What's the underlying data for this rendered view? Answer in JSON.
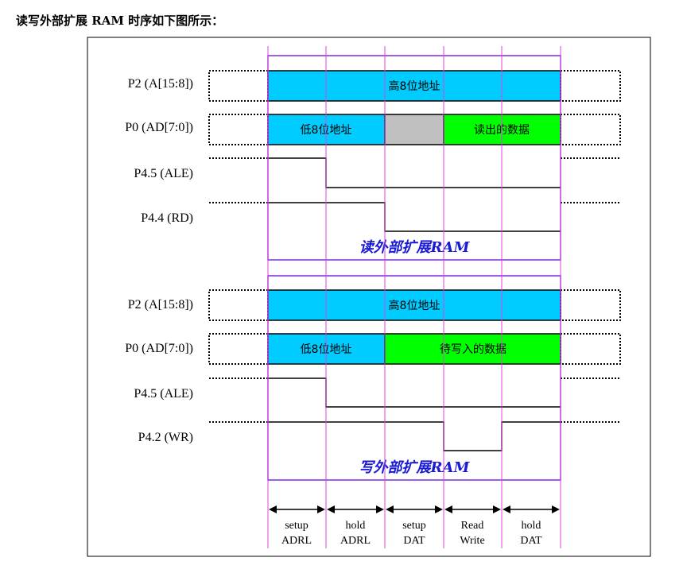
{
  "heading": "读写外部扩展 RAM 时序如下图所示：",
  "read_section": {
    "caption": "读外部扩展RAM",
    "signals": [
      "P2 (A[15:8])",
      "P0 (AD[7:0])",
      "P4.5 (ALE)",
      "P4.4 (RD)"
    ],
    "p2_text": "高8位地址",
    "p0_low_text": "低8位地址",
    "p0_data_text": "读出的数据"
  },
  "write_section": {
    "caption": "写外部扩展RAM",
    "signals": [
      "P2 (A[15:8])",
      "P0 (AD[7:0])",
      "P4.5 (ALE)",
      "P4.2 (WR)"
    ],
    "p2_text": "高8位地址",
    "p0_low_text": "低8位地址",
    "p0_data_text": "待写入的数据"
  },
  "phases": [
    {
      "line1": "setup",
      "line2": "ADRL"
    },
    {
      "line1": "hold",
      "line2": "ADRL"
    },
    {
      "line1": "setup",
      "line2": "DAT"
    },
    {
      "line1": "Read",
      "line2": "Write"
    },
    {
      "line1": "hold",
      "line2": "DAT"
    }
  ],
  "colors": {
    "bus": "#00ccff",
    "data": "#00ff00",
    "gray": "#c0c0c0",
    "section_border": "#7a2be0",
    "phase_line": "#e040e0",
    "caption": "#1a1ad6"
  }
}
